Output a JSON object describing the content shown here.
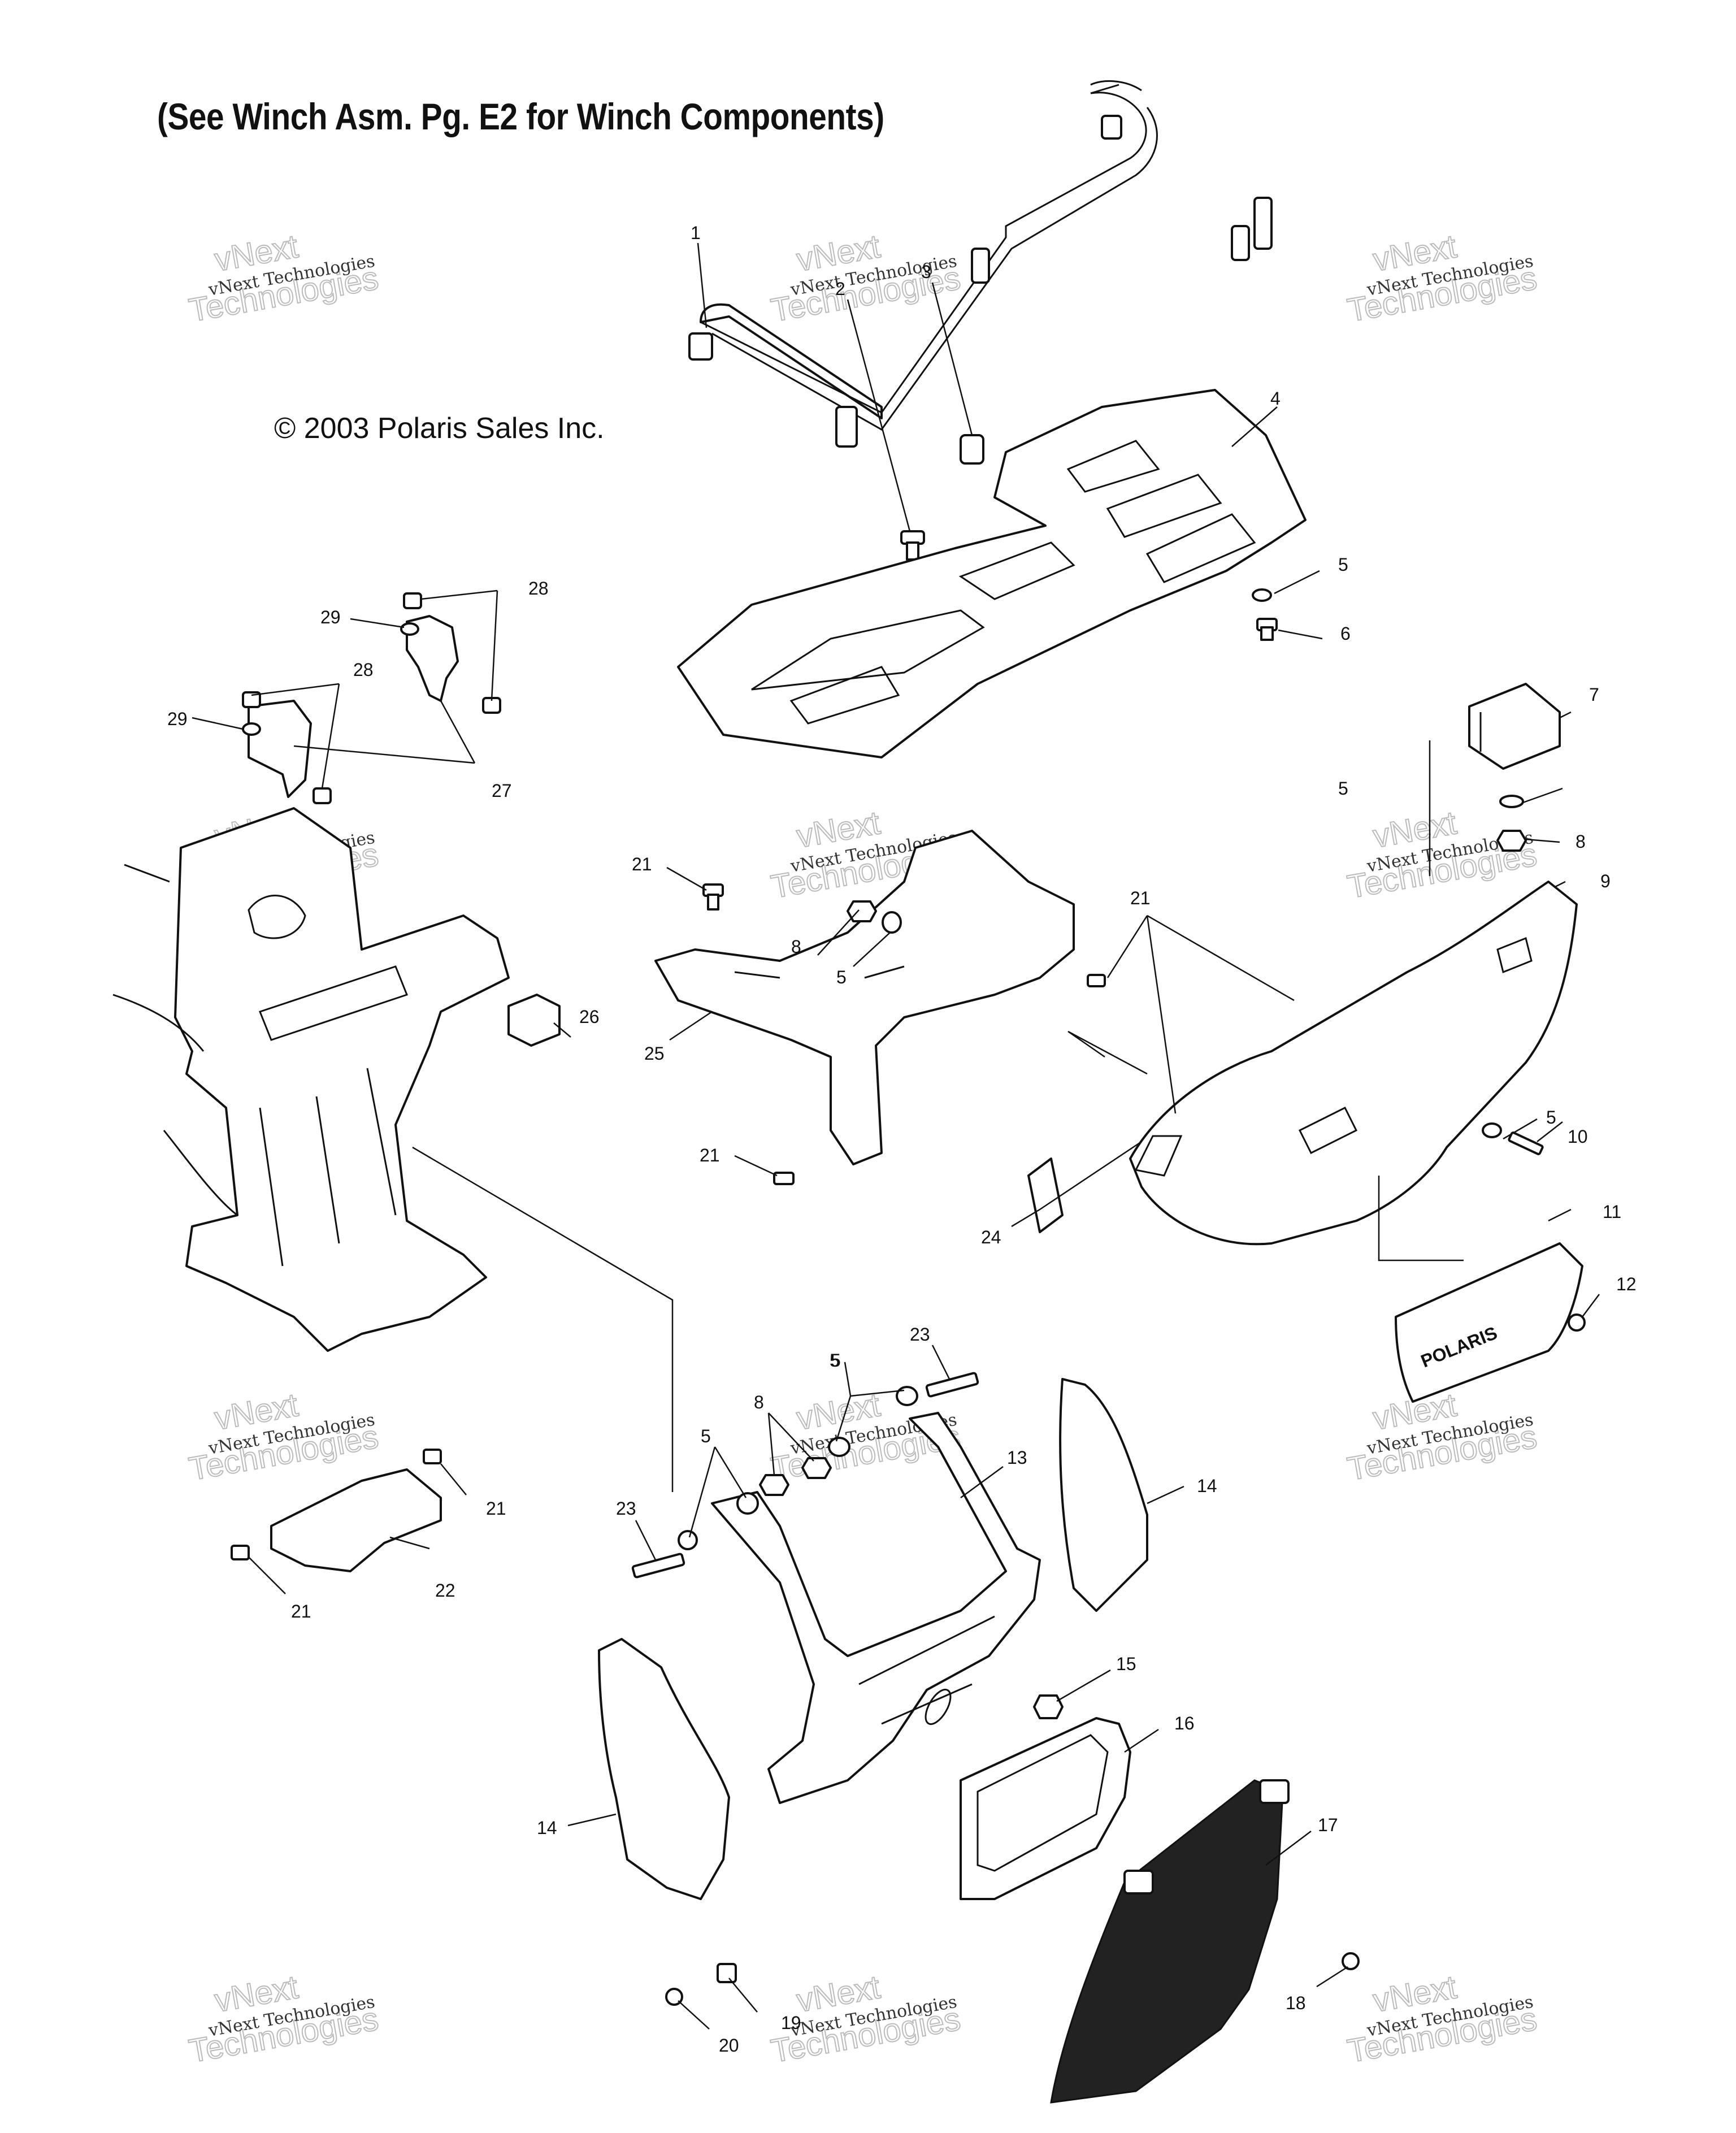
{
  "title": "(See Winch Asm. Pg. E2 for Winch Components)",
  "copyright": "© 2003 Polaris Sales Inc.",
  "watermark": {
    "line1": "vNext Technologies",
    "line2": "vNext",
    "line3": "Technologies"
  },
  "part_labels": {
    "grille_brand": "POLARIS"
  },
  "callouts": [
    "1",
    "2",
    "3",
    "4",
    "5",
    "5",
    "6",
    "7",
    "5",
    "8",
    "9",
    "21",
    "8",
    "5",
    "21",
    "28",
    "29",
    "28",
    "29",
    "27",
    "26",
    "25",
    "21",
    "5",
    "10",
    "24",
    "11",
    "12",
    "5",
    "23",
    "8",
    "13",
    "5",
    "23",
    "14",
    "21",
    "22",
    "21",
    "14",
    "15",
    "16",
    "17",
    "18",
    "19",
    "20"
  ]
}
